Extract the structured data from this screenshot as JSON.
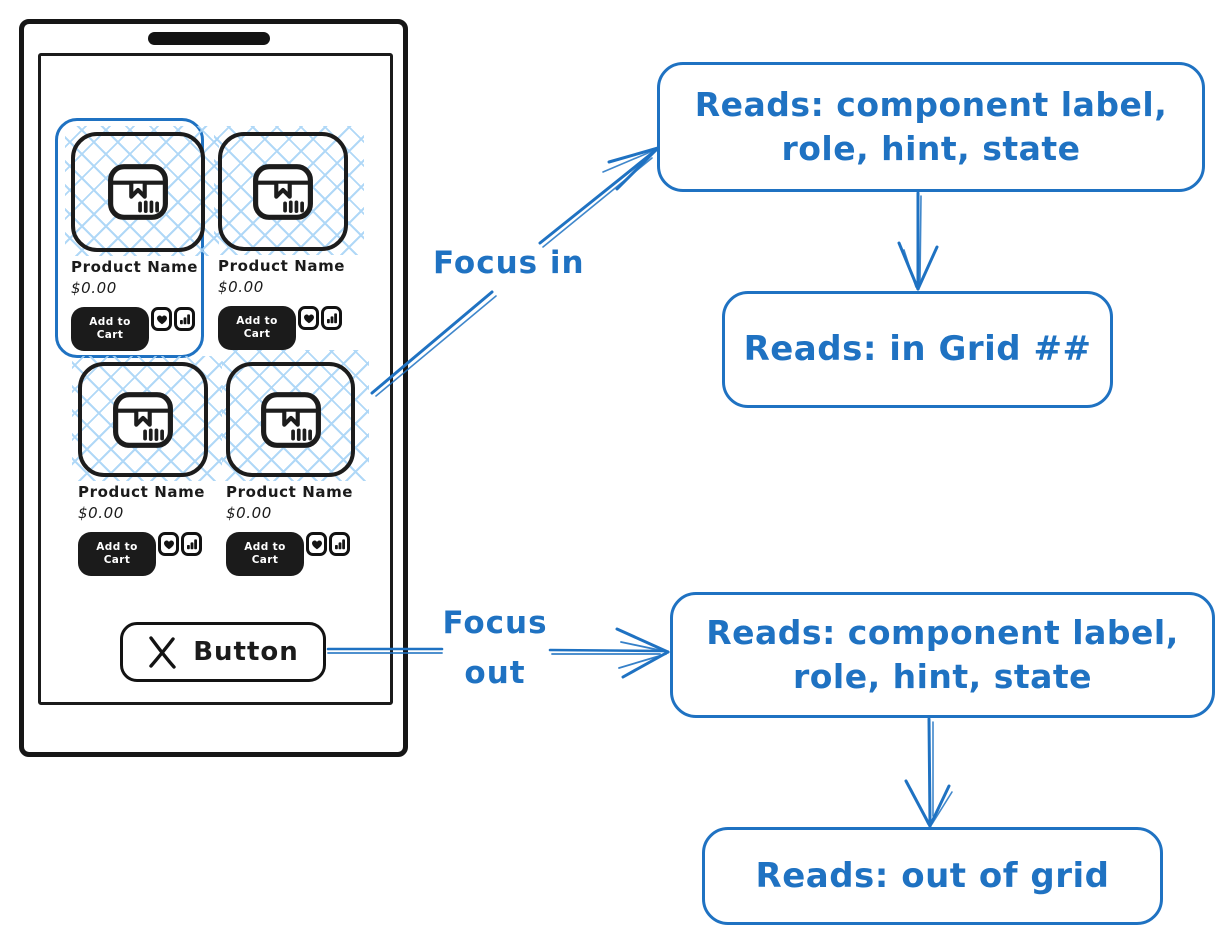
{
  "colors": {
    "blue": "#1f72c2",
    "light_blue": "#a8d4f7",
    "ink": "#1b1b1b"
  },
  "phone": {
    "products": [
      {
        "name": "Product Name",
        "price": "$0.00",
        "cart_line1": "Add to",
        "cart_line2": "Cart",
        "focused": true
      },
      {
        "name": "Product Name",
        "price": "$0.00",
        "cart_line1": "Add to",
        "cart_line2": "Cart",
        "focused": false
      },
      {
        "name": "Product Name",
        "price": "$0.00",
        "cart_line1": "Add to",
        "cart_line2": "Cart",
        "focused": false
      },
      {
        "name": "Product Name",
        "price": "$0.00",
        "cart_line1": "Add to",
        "cart_line2": "Cart",
        "focused": false
      }
    ],
    "bottom_button_label": "Button"
  },
  "flow": {
    "focus_in_label": "Focus in",
    "focus_out_line1": "Focus",
    "focus_out_line2": "out",
    "box_focus_in_line1": "Reads: component label,",
    "box_focus_in_line2": "role, hint, state",
    "box_in_grid": "Reads: in Grid ##",
    "box_focus_out_line1": "Reads: component label,",
    "box_focus_out_line2": "role, hint, state",
    "box_out_grid": "Reads: out of grid"
  },
  "icons": {
    "product_placeholder": "package-icon",
    "favorite": "heart-icon",
    "stats": "bar-chart-icon",
    "bottom_button": "close-icon"
  }
}
